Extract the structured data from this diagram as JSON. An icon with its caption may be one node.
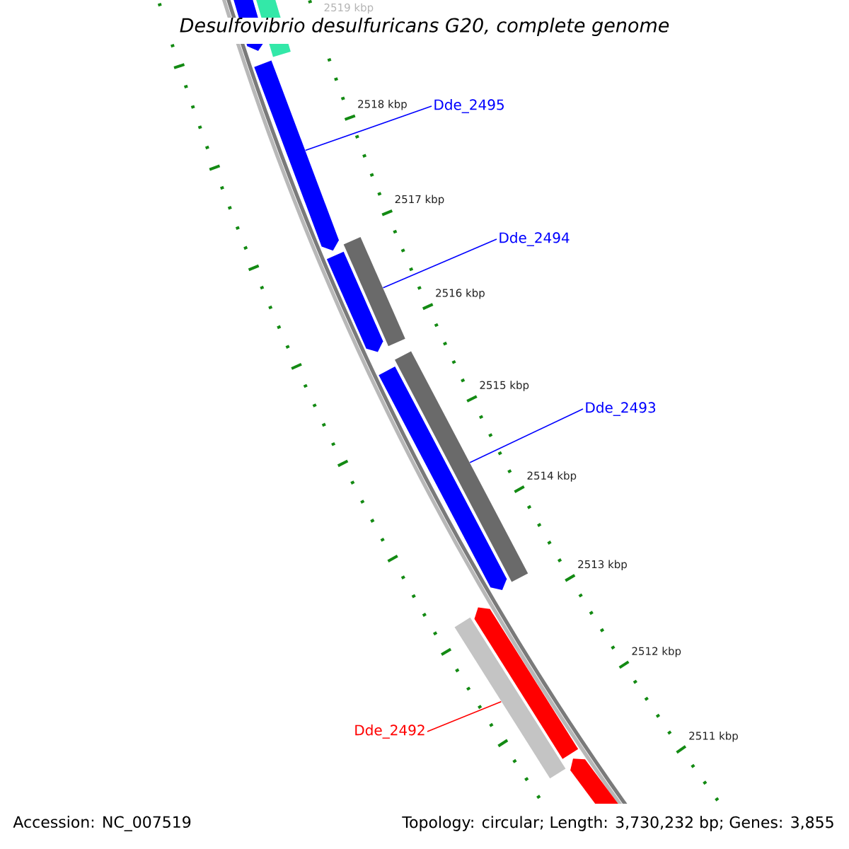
{
  "diagram": {
    "title": "Desulfovibrio desulfuricans G20, complete genome",
    "nodes": [
      {
        "text": [
          "Dde_2495"
        ]
      },
      {
        "text": [],
        "shape": "arrow"
      },
      {
        "text": [
          "Dde_2494"
        ]
      },
      {
        "text": [],
        "shape": "bar"
      },
      {
        "text": [
          "Dde_2493"
        ]
      },
      {
        "text": [],
        "shape": "bar"
      },
      {
        "text": [
          "Dde_2492"
        ]
      },
      {
        "text": [],
        "shape": "bar"
      }
    ],
    "edges": [
      {
        "from": 0,
        "to": 1,
        "arrow": "none"
      },
      {
        "from": 2,
        "to": 3,
        "arrow": "none"
      },
      {
        "from": 4,
        "to": 5,
        "arrow": "none"
      },
      {
        "from": 6,
        "to": 7,
        "arrow": "none",
        "color": "#ff0000"
      }
    ],
    "labels": [
      "2519 kbp",
      "2518 kbp",
      "2517 kbp",
      "2516 kbp",
      "2515 kbp",
      "2514 kbp",
      "2513 kbp",
      "2512 kbp",
      "2511 kbp",
      "Accession: NC_007519",
      "Topology: circular; Length: 3,730,232 bp; Genes: 3,855"
    ]
  }
}
